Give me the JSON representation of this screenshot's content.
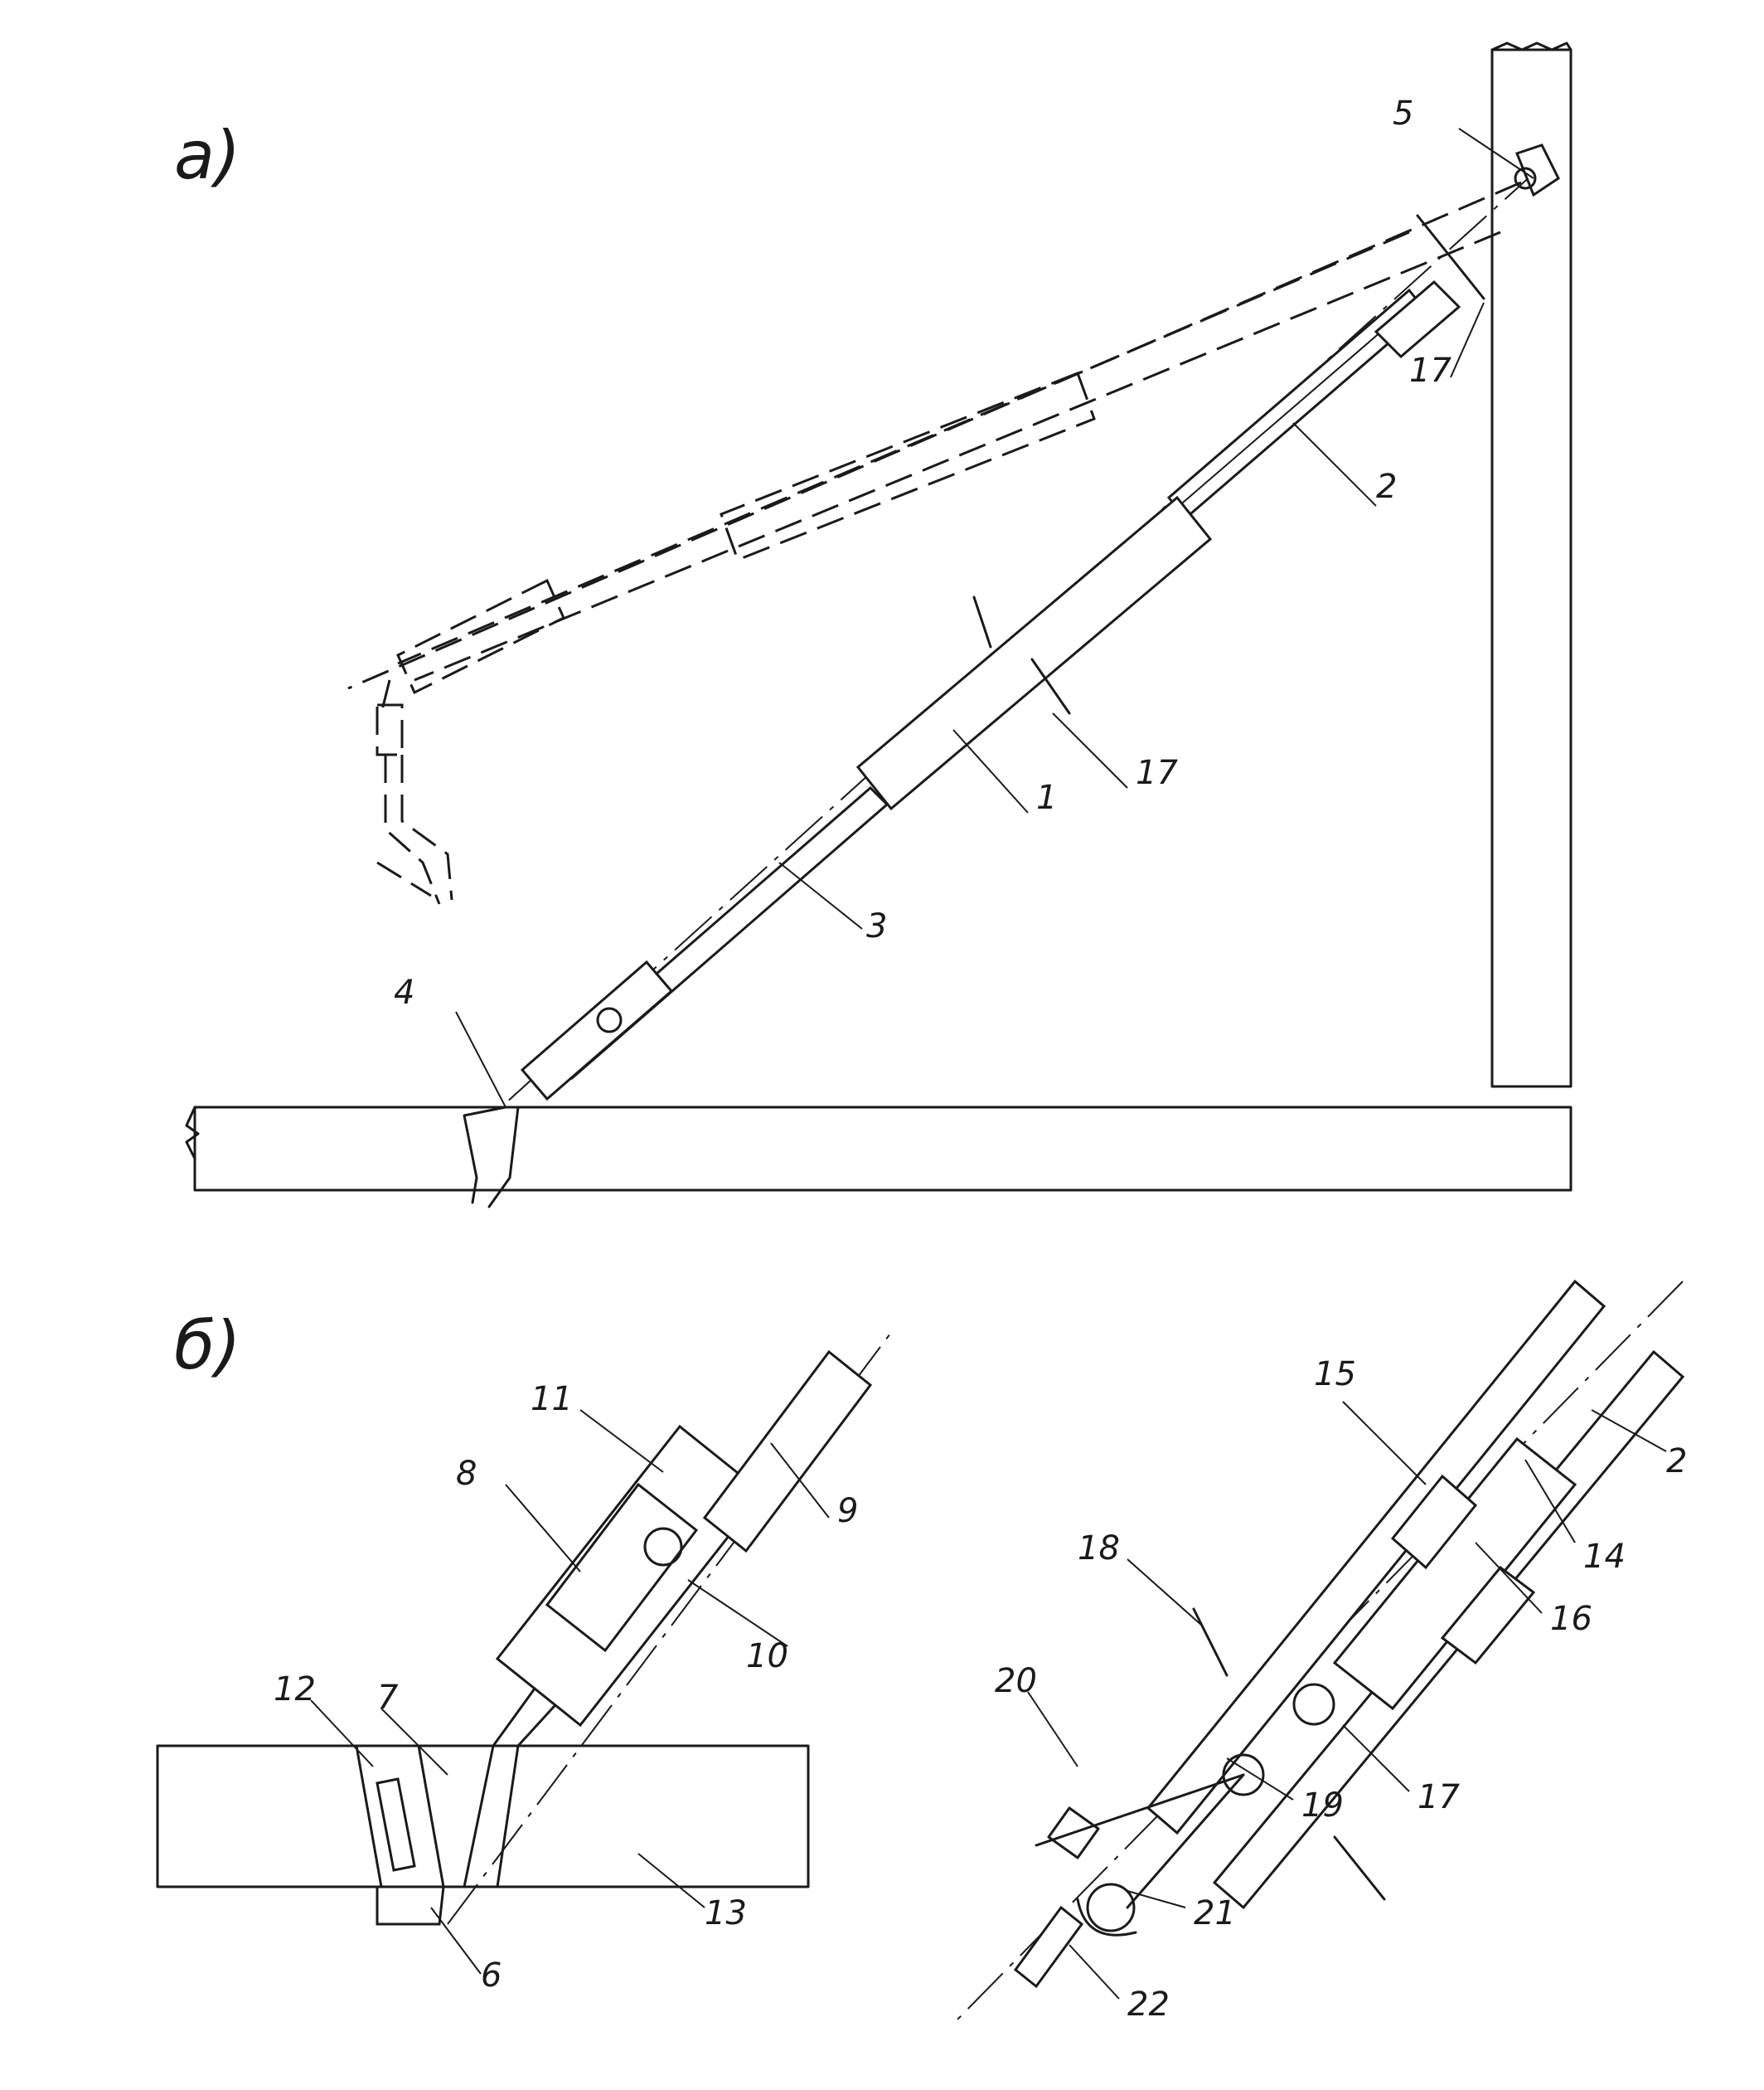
{
  "figure": {
    "view_a_label": "а)",
    "view_b_label": "б)"
  },
  "callouts_a": [
    "5",
    "17",
    "2",
    "17",
    "1",
    "3",
    "4"
  ],
  "callouts_b_left": [
    "11",
    "9",
    "8",
    "10",
    "12",
    "7",
    "13",
    "6"
  ],
  "callouts_b_right": [
    "15",
    "2",
    "14",
    "16",
    "18",
    "20",
    "17",
    "19",
    "21",
    "22"
  ],
  "colors": {
    "ink": "#1a1a1a",
    "paper": "#ffffff"
  }
}
